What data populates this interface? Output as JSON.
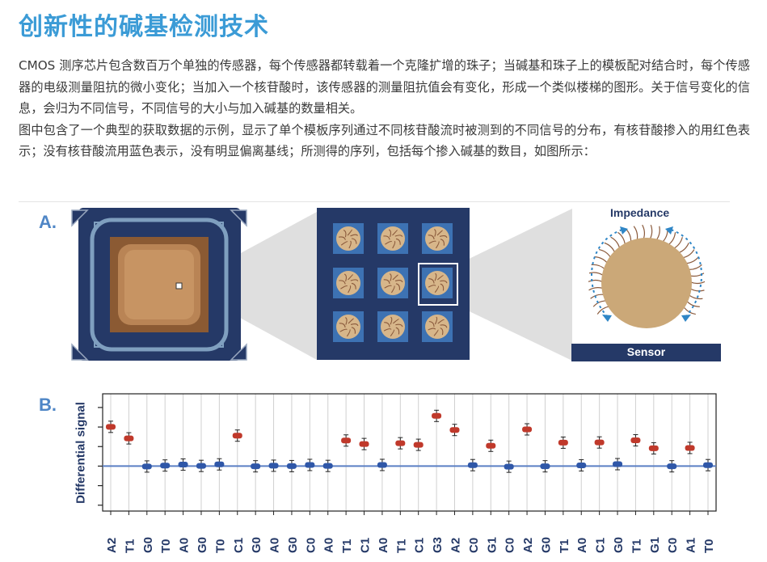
{
  "title": "创新性的碱基检测技术",
  "paragraph_1": "CMOS 测序芯片包含数百万个单独的传感器，每个传感器都转载着一个克隆扩增的珠子；当碱基和珠子上的模板配对结合时，每个传感器的电级测量阻抗的微小变化；当加入一个核苷酸时，该传感器的测量阻抗值会有变化，形成一个类似楼梯的图形。关于信号变化的信息，会归为不同信号，不同信号的大小与加入碱基的数量相关。",
  "paragraph_2": "图中包含了一个典型的获取数据的示例，显示了单个模板序列通过不同核苷酸流时被测到的不同信号的分布，有核苷酸掺入的用红色表示；没有核苷酸流用蓝色表示，没有明显偏离基线；所测得的序列，包括每个掺入碱基的数目，如图所示：",
  "figure_a": {
    "panel_label": "A.",
    "impedance_label": "Impedance",
    "sensor_label": "Sensor"
  },
  "figure_b": {
    "panel_label": "B.",
    "chart_data": {
      "type": "scatter",
      "ylabel": "Differential signal",
      "xlabel": "",
      "grid": true,
      "categories": [
        "A2",
        "T1",
        "G0",
        "T0",
        "A0",
        "G0",
        "T0",
        "C1",
        "G0",
        "A0",
        "G0",
        "C0",
        "A0",
        "T1",
        "C1",
        "A0",
        "T1",
        "C1",
        "G3",
        "A2",
        "C0",
        "G1",
        "C0",
        "A2",
        "G0",
        "T1",
        "A0",
        "C1",
        "G0",
        "T1",
        "G1",
        "C0",
        "A1",
        "T0"
      ],
      "values": [
        2,
        1,
        0,
        0,
        0,
        0,
        0,
        1.5,
        0,
        0,
        0,
        0,
        0,
        1.2,
        1,
        0,
        1,
        1,
        2.3,
        1.7,
        0,
        1,
        0,
        1.7,
        0,
        1,
        0,
        1,
        0,
        1.2,
        0.8,
        0,
        0.8,
        0
      ],
      "plotted_values": [
        2.01,
        1.42,
        -0.02,
        0.03,
        0.08,
        0.01,
        0.09,
        1.56,
        -0.01,
        0.02,
        0.0,
        0.06,
        0.01,
        1.31,
        1.13,
        0.06,
        1.17,
        1.09,
        2.57,
        1.85,
        0.05,
        1.04,
        -0.03,
        1.88,
        -0.01,
        1.2,
        0.04,
        1.21,
        0.1,
        1.32,
        0.91,
        -0.01,
        0.93,
        0.05
      ],
      "ylim": [
        -2.3,
        3.7
      ],
      "baseline": 0,
      "series": [
        {
          "name": "",
          "color": "#c0392b"
        },
        {
          "name": "",
          "color": "#2f57a8"
        }
      ]
    }
  },
  "colors": {
    "title": "#3b9bd6",
    "navy": "#243a6b",
    "incorporated": "#c0392b",
    "not_incorporated": "#2f57a8",
    "baseline": "#5b7fc4",
    "bead": "#cba878"
  }
}
